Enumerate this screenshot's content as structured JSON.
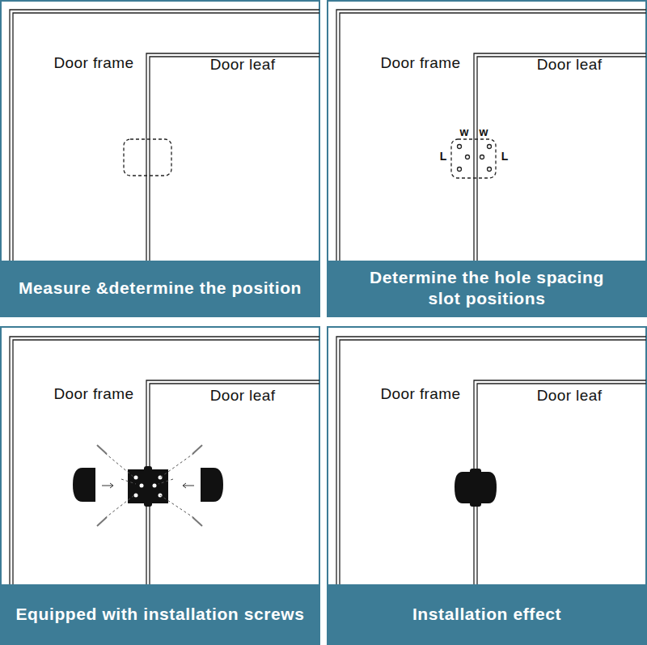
{
  "diagram": {
    "nodes": [
      {
        "text": [
          "Measure &determine the position"
        ]
      },
      {
        "text": [
          "Determine the hole spacing slot positions"
        ]
      },
      {
        "text": [
          "Equipped with installation screws"
        ]
      },
      {
        "text": [
          "Installation effect"
        ]
      }
    ],
    "labels": [
      "Door frame",
      "Door leaf",
      "Door frame",
      "Door leaf",
      "w",
      "w",
      "L",
      "L",
      "Door frame",
      "Door leaf",
      "Door frame",
      "Door leaf"
    ]
  }
}
